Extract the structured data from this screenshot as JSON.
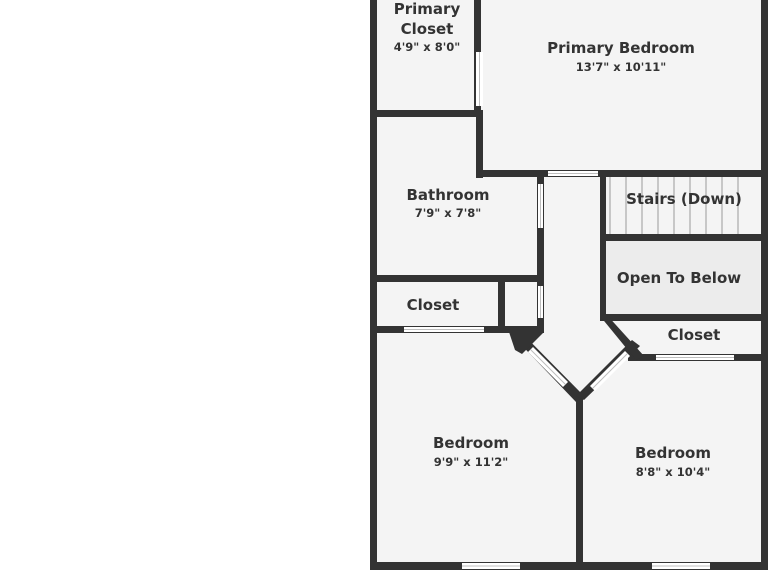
{
  "floorplan": {
    "rooms": [
      {
        "id": "primary-closet",
        "name": "Primary\nCloset",
        "dims": "4'9\" x 8'0\""
      },
      {
        "id": "primary-bedroom",
        "name": "Primary Bedroom",
        "dims": "13'7\" x 10'11\""
      },
      {
        "id": "bathroom",
        "name": "Bathroom",
        "dims": "7'9\" x 7'8\""
      },
      {
        "id": "stairs",
        "name": "Stairs (Down)",
        "dims": ""
      },
      {
        "id": "open-to-below",
        "name": "Open To Below",
        "dims": ""
      },
      {
        "id": "closet-left",
        "name": "Closet",
        "dims": ""
      },
      {
        "id": "closet-right",
        "name": "Closet",
        "dims": ""
      },
      {
        "id": "bedroom-left",
        "name": "Bedroom",
        "dims": "9'9\" x 11'2\""
      },
      {
        "id": "bedroom-right",
        "name": "Bedroom",
        "dims": "8'8\" x 10'4\""
      }
    ],
    "colors": {
      "wall": "#333333",
      "floor": "#f4f4f4",
      "window": "#ffffff",
      "background": "#ffffff"
    }
  }
}
